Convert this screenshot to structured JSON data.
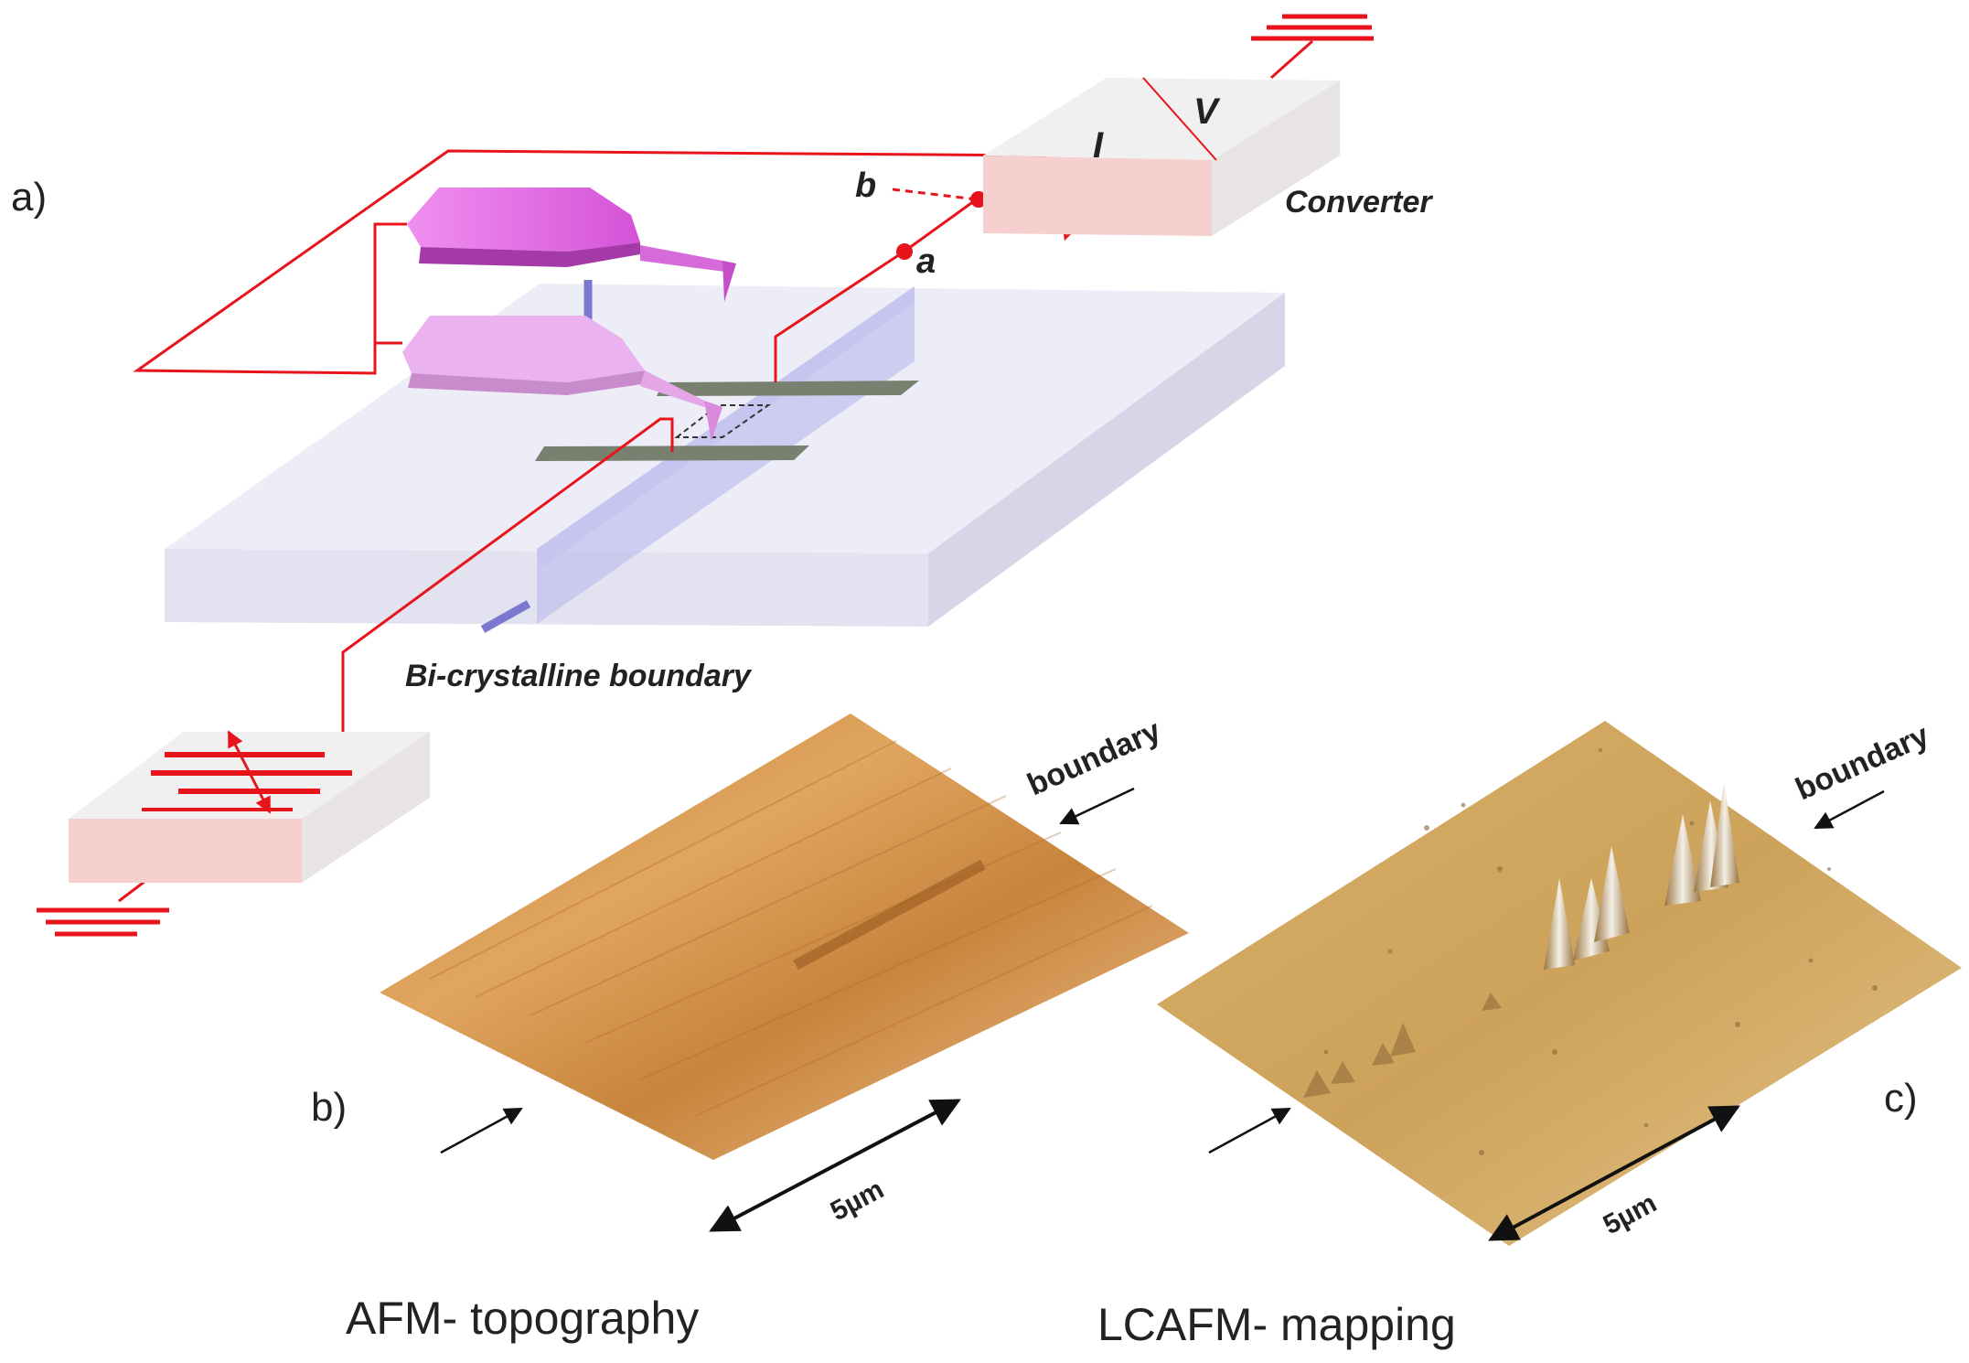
{
  "panels": {
    "a": "a)",
    "b": "b)",
    "c": "c)"
  },
  "schematic": {
    "converter_label": "Converter",
    "current_symbol": "I",
    "voltage_symbol": "V",
    "point_a": "a",
    "point_b": "b",
    "boundary_label": "Bi-crystalline  boundary"
  },
  "topography": {
    "boundary_label": "boundary",
    "scale_label": "5µm",
    "caption": "AFM- topography"
  },
  "mapping": {
    "boundary_label": "boundary",
    "scale_label": "5µm",
    "caption": "LCAFM- mapping"
  },
  "colors": {
    "wire": "#e8141c",
    "cantilever_dark": "#e36ae6",
    "cantilever_light": "#e9a6ec",
    "substrate_top": "#eeeef8",
    "boundary_band": "#c5c3f0",
    "electrode": "#7a8070",
    "converter_front": "#f7cdcd",
    "topography": "#d08a3a",
    "mapping": "#d4a862"
  }
}
